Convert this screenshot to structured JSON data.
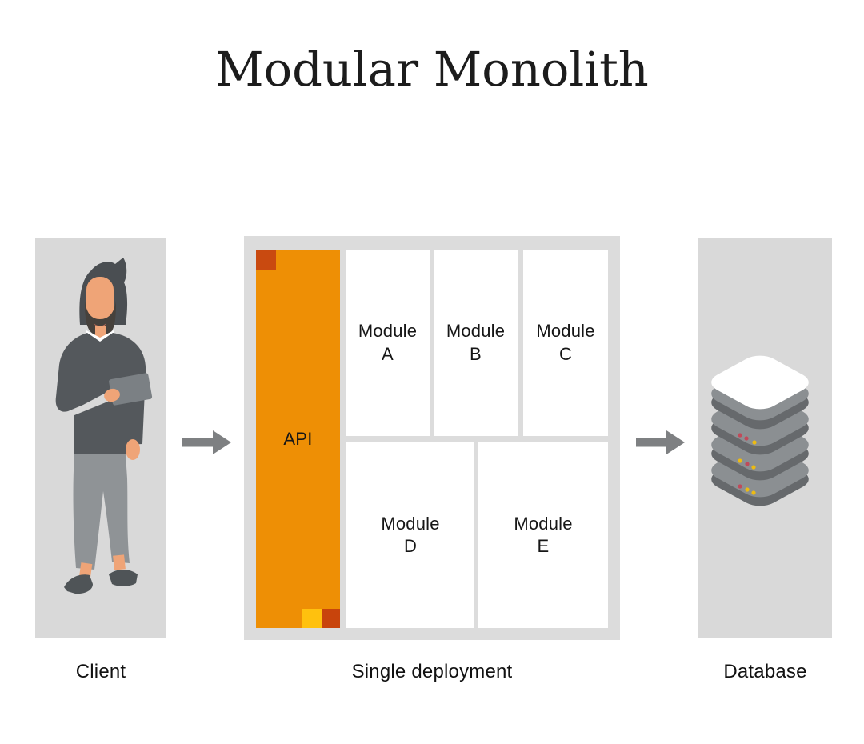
{
  "title": "Modular Monolith",
  "client": {
    "label": "Client",
    "illustration": "person-with-tablet"
  },
  "deployment": {
    "label": "Single deployment",
    "api": {
      "label": "API"
    },
    "modules": [
      {
        "name": "Module",
        "letter": "A"
      },
      {
        "name": "Module",
        "letter": "B"
      },
      {
        "name": "Module",
        "letter": "C"
      },
      {
        "name": "Module",
        "letter": "D"
      },
      {
        "name": "Module",
        "letter": "E"
      }
    ]
  },
  "database": {
    "label": "Database",
    "illustration": "server-stack"
  },
  "arrows": [
    {
      "name": "client-to-deployment",
      "direction": "right"
    },
    {
      "name": "deployment-to-database",
      "direction": "right"
    }
  ],
  "colors": {
    "api_orange": "#EE8F05",
    "api_corner": "#C94A10",
    "api_square_yellow": "#FFC10E",
    "api_square_red": "#C8440C",
    "box_gray": "#D9D9D9",
    "container_gray": "#DCDCDC",
    "arrow_gray": "#7E8082"
  }
}
